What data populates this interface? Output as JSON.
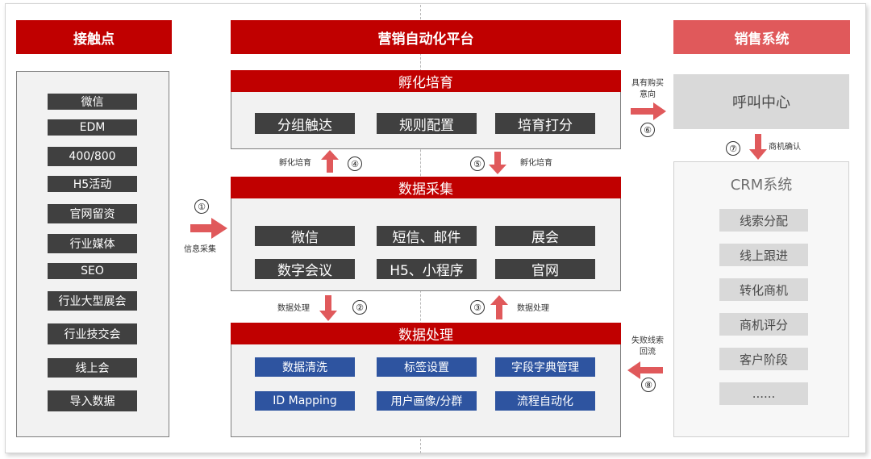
{
  "headers": {
    "touchpoints": "接触点",
    "platform": "营销自动化平台",
    "sales": "销售系统"
  },
  "touchpoints": [
    "微信",
    "EDM",
    "400/800",
    "H5活动",
    "官网留资",
    "行业媒体",
    "SEO",
    "行业大型展会",
    "行业技交会",
    "线上会",
    "导入数据"
  ],
  "incubation": {
    "title": "孵化培育",
    "items": [
      "分组触达",
      "规则配置",
      "培育打分"
    ]
  },
  "collection": {
    "title": "数据采集",
    "items": [
      "微信",
      "短信、邮件",
      "展会",
      "数字会议",
      "H5、小程序",
      "官网"
    ]
  },
  "processing": {
    "title": "数据处理",
    "items": [
      "数据清洗",
      "标签设置",
      "字段字典管理",
      "ID Mapping",
      "用户画像/分群",
      "流程自动化"
    ]
  },
  "sales_system": {
    "call_center": "呼叫中心",
    "crm_title": "CRM系统",
    "crm_items": [
      "线索分配",
      "线上跟进",
      "转化商机",
      "商机评分",
      "客户阶段",
      "......"
    ]
  },
  "flows": {
    "f1": {
      "num": "①",
      "label": "信息采集"
    },
    "f2": {
      "num": "②",
      "label": "数据处理"
    },
    "f3": {
      "num": "③",
      "label": "数据处理"
    },
    "f4": {
      "num": "④",
      "label": "孵化培育"
    },
    "f5": {
      "num": "⑤",
      "label": "孵化培育"
    },
    "f6": {
      "num": "⑥",
      "label_line1": "具有购买",
      "label_line2": "意向"
    },
    "f7": {
      "num": "⑦",
      "label": "商机确认"
    },
    "f8": {
      "num": "⑧",
      "label_line1": "失败线索",
      "label_line2": "回流"
    }
  },
  "colors": {
    "brand_red": "#c00000",
    "light_red": "#e0595b",
    "dark_box": "#404040",
    "blue_box": "#2e54a0",
    "gray_box": "#d9d9d9",
    "arrow_red": "#e0595b"
  }
}
